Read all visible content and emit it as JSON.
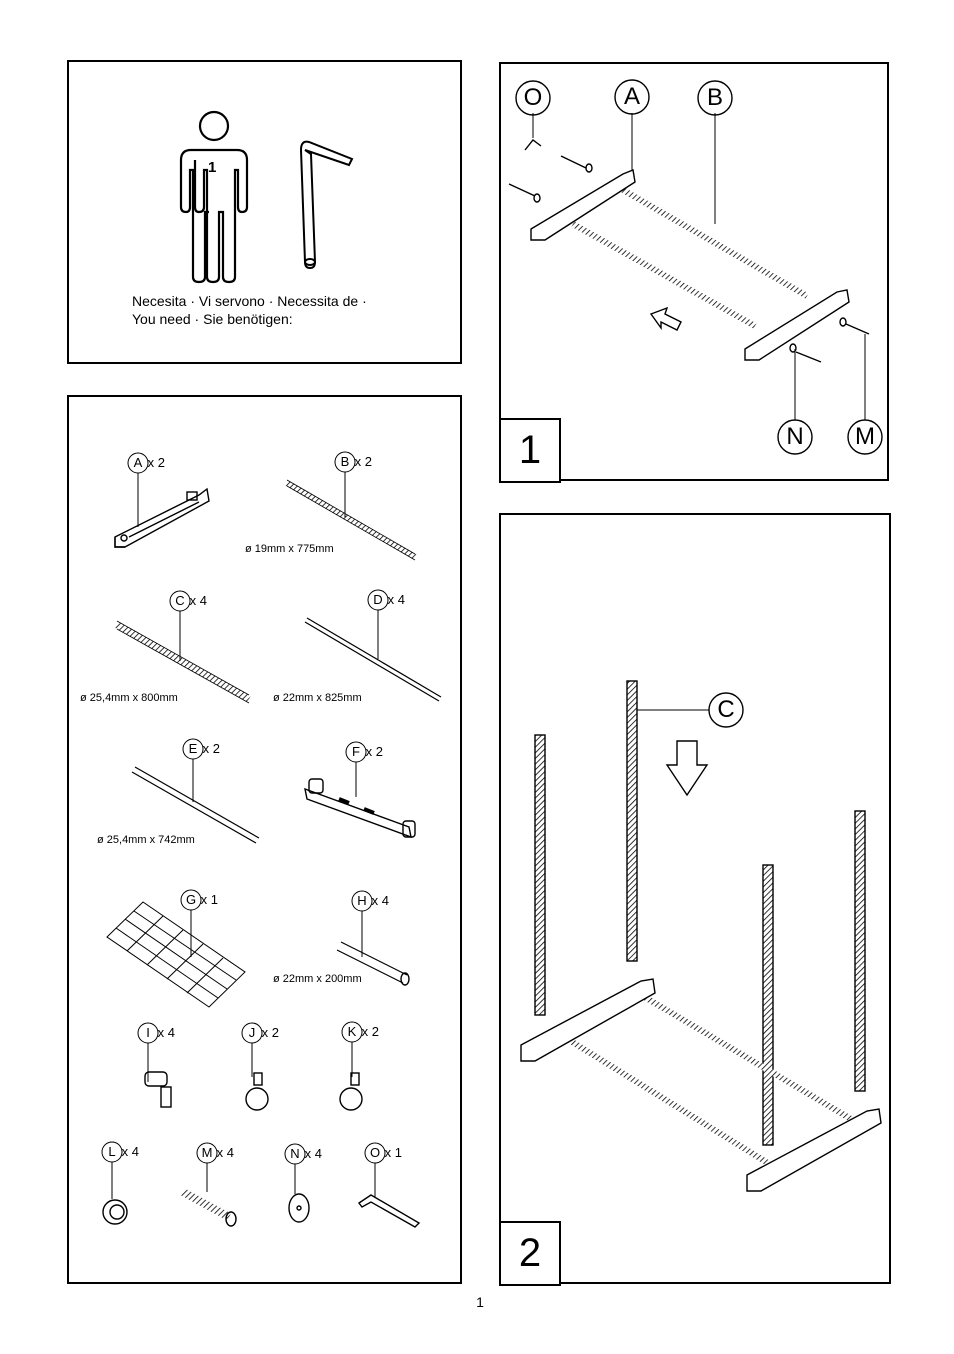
{
  "need": {
    "count": "1",
    "line1": "Necesita · Vi servono · Necessita de ·",
    "line2": "You need · Sie benötigen:"
  },
  "parts": [
    {
      "id": "A",
      "qty": "x 2",
      "dim": ""
    },
    {
      "id": "B",
      "qty": "x 2",
      "dim": "ø 19mm x 775mm"
    },
    {
      "id": "C",
      "qty": "x 4",
      "dim": "ø 25,4mm x 800mm"
    },
    {
      "id": "D",
      "qty": "x 4",
      "dim": "ø 22mm x 825mm"
    },
    {
      "id": "E",
      "qty": "x 2",
      "dim": "ø 25,4mm x 742mm"
    },
    {
      "id": "F",
      "qty": "x 2",
      "dim": ""
    },
    {
      "id": "G",
      "qty": "x 1",
      "dim": ""
    },
    {
      "id": "H",
      "qty": "x 4",
      "dim": "ø 22mm x 200mm"
    },
    {
      "id": "I",
      "qty": "x 4",
      "dim": ""
    },
    {
      "id": "J",
      "qty": "x 2",
      "dim": ""
    },
    {
      "id": "K",
      "qty": "x 2",
      "dim": ""
    },
    {
      "id": "L",
      "qty": "x 4",
      "dim": ""
    },
    {
      "id": "M",
      "qty": "x 4",
      "dim": ""
    },
    {
      "id": "N",
      "qty": "x 4",
      "dim": ""
    },
    {
      "id": "O",
      "qty": "x 1",
      "dim": ""
    }
  ],
  "step1": {
    "number": "1",
    "callouts": [
      "O",
      "A",
      "B",
      "N",
      "M"
    ]
  },
  "step2": {
    "number": "2",
    "callouts": [
      "C"
    ]
  },
  "page_number": "1"
}
